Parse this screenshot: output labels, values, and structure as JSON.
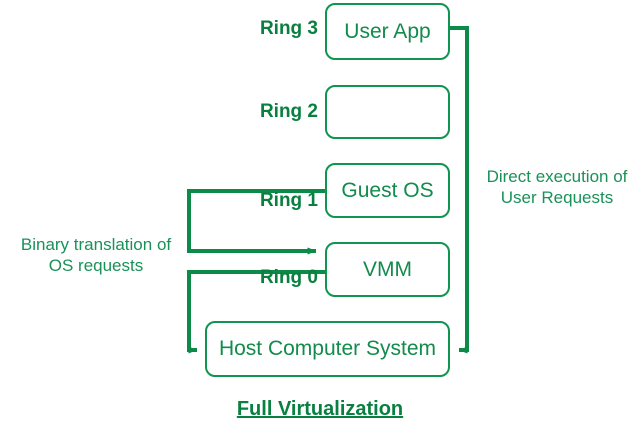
{
  "diagram": {
    "title": "Full Virtualization",
    "accent_color": "#0A8040",
    "box_border_color": "#109550",
    "box_text_color": "#128B4C",
    "edge_label_color": "#1A9158",
    "background_color": "#ffffff"
  },
  "rings": [
    {
      "label": "Ring 3"
    },
    {
      "label": "Ring 2"
    },
    {
      "label": "Ring 1"
    },
    {
      "label": "Ring 0"
    }
  ],
  "boxes": [
    {
      "name": "user-app",
      "label": "User App"
    },
    {
      "name": "ring2-empty",
      "label": ""
    },
    {
      "name": "guest-os",
      "label": "Guest OS"
    },
    {
      "name": "vmm",
      "label": "VMM"
    },
    {
      "name": "host-computer-system",
      "label": "Host Computer System"
    }
  ],
  "annotations": [
    {
      "name": "binary-translation",
      "label": "Binary translation of\nOS requests"
    },
    {
      "name": "direct-execution",
      "label": "Direct execution of\nUser Requests"
    }
  ]
}
